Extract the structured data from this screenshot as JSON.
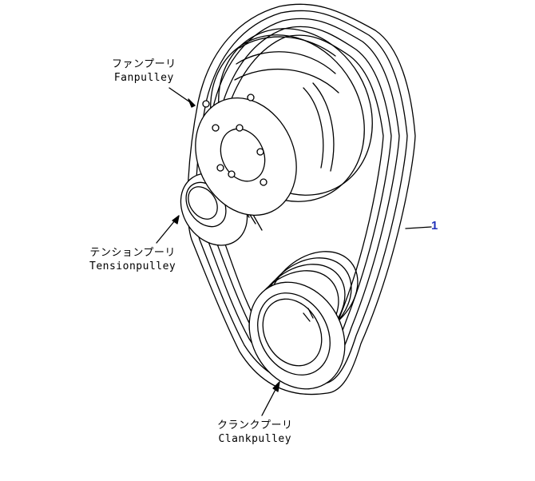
{
  "labels": {
    "fan_pulley": {
      "ja": "ファンプーリ",
      "en": "Fanpulley"
    },
    "tension_pulley": {
      "ja": "テンションプーリ",
      "en": "Tensionpulley"
    },
    "crank_pulley": {
      "ja": "クランクプーリ",
      "en": "Clankpulley"
    }
  },
  "callout": {
    "number": "1",
    "color": "#2233bb"
  }
}
